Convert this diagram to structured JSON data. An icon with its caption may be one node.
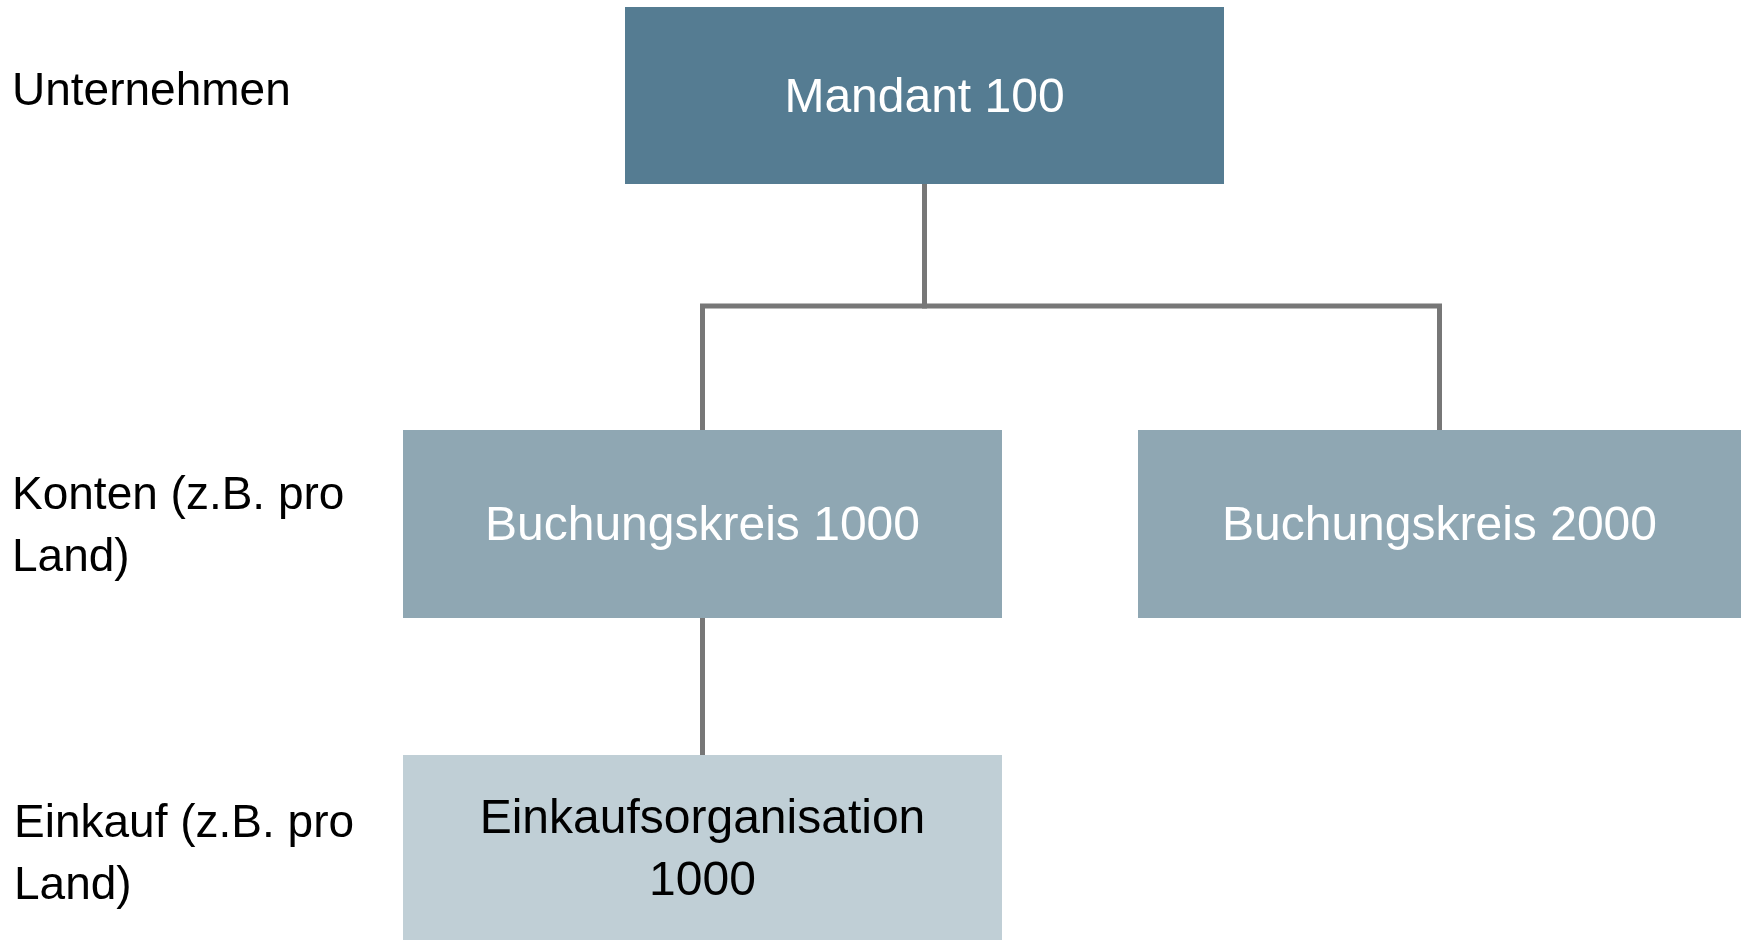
{
  "diagram": {
    "nodes": [
      {
        "text": [
          "Mandant 100"
        ]
      },
      {
        "text": [
          "Buchungskreis 1000"
        ]
      },
      {
        "text": [
          "Buchungskreis 2000"
        ]
      },
      {
        "text": [
          "Einkaufsorganisation 1000"
        ]
      }
    ],
    "edges": [
      {
        "from": 0,
        "to": 1,
        "arrow": "none"
      },
      {
        "from": 0,
        "to": 2,
        "arrow": "none"
      },
      {
        "from": 1,
        "to": 3,
        "arrow": "none"
      }
    ],
    "labels": [
      "Unternehmen",
      "Konten (z.B. pro Land)",
      "Einkauf (z.B. pro Land)"
    ]
  }
}
